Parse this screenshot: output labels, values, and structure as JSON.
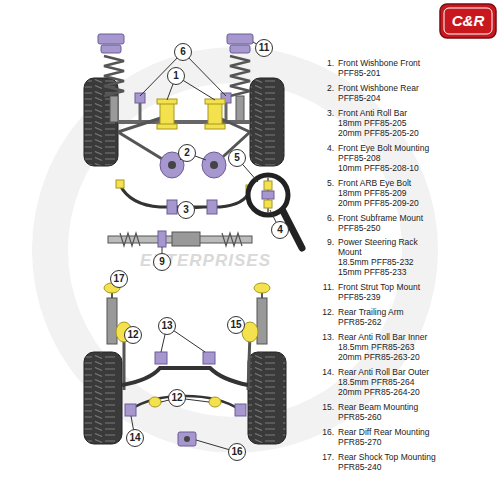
{
  "diagram": {
    "nodes": [
      {
        "text": [
          "11"
        ]
      },
      {
        "text": [
          "6"
        ]
      },
      {
        "text": [
          "1"
        ]
      },
      {
        "text": [
          "2"
        ]
      },
      {
        "text": [
          "5"
        ]
      },
      {
        "text": [
          "3"
        ]
      },
      {
        "text": [
          "4"
        ]
      },
      {
        "text": [
          "9"
        ]
      },
      {
        "text": [
          "17"
        ]
      },
      {
        "text": [
          "12"
        ]
      },
      {
        "text": [
          "13"
        ]
      },
      {
        "text": [
          "15"
        ]
      },
      {
        "text": [
          "12"
        ]
      },
      {
        "text": [
          "14"
        ]
      },
      {
        "text": [
          "16"
        ]
      }
    ],
    "labels": [
      "C&R",
      "ENTERPRISES",
      "1.",
      "Front Wishbone Front",
      "PFF85-201",
      "2.",
      "Front Wishbone Rear",
      "PFF85-204",
      "3.",
      "Front Anti Roll Bar",
      "18mm PFF85-205",
      "20mm PFF85-205-20",
      "4.",
      "Front Eye Bolt Mounting",
      "PFF85-208",
      "10mm PFF85-208-10",
      "5.",
      "Front ARB Eye Bolt",
      "18mm PFF85-209",
      "20mm PFF85-209-20",
      "6.",
      "Front Subframe Mount",
      "PFF85-250",
      "9.",
      "Power Steering Rack",
      "Mount",
      "18.5mm PFF85-232",
      "15mm PFF85-233",
      "11.",
      "Front Strut Top Mount",
      "PFF85-239",
      "12.",
      "Rear Trailing Arm",
      "PFR85-262",
      "13.",
      "Rear Anti Roll Bar Inner",
      "18.5mm PFR85-263",
      "20mm PFR85-263-20",
      "14.",
      "Rear Anti Roll Bar Outer",
      "18.5mm PFR85-264",
      "20mm PFR85-264-20",
      "15.",
      "Rear Beam Mounting",
      "PFR85-260",
      "16.",
      "Rear Diff Rear Mounting",
      "PFR85-270",
      "17.",
      "Rear Shock Top Mounting",
      "PFR85-240"
    ]
  }
}
